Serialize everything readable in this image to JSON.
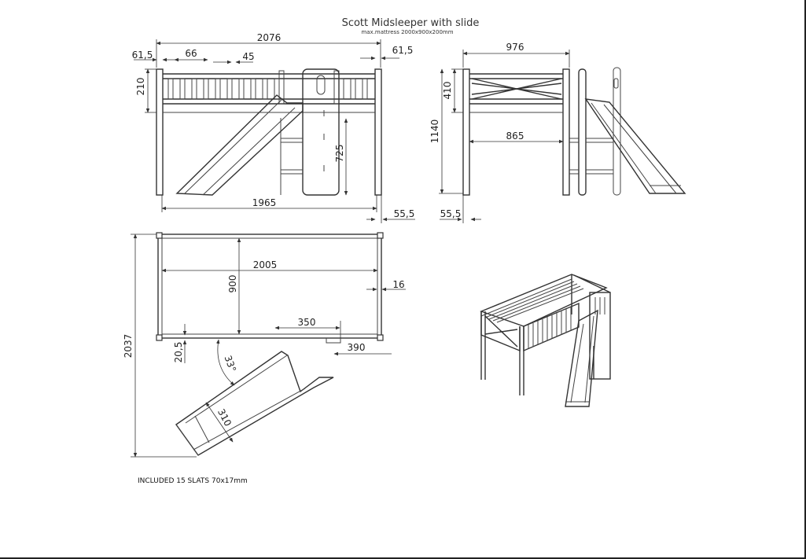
{
  "title": "Scott Midsleeper with slide",
  "subtitle": "max.mattress 2000x900x200mm",
  "note": "INCLUDED 15 SLATS  70x17mm",
  "front_view": {
    "overall_width": "2076",
    "post_left": "61,5",
    "post_right": "61,5",
    "rail_spacing": "66",
    "slat_width": "45",
    "rail_height": "210",
    "ladder_height": "725",
    "inner_length": "1965",
    "foot": "55,5"
  },
  "side_view": {
    "overall_depth": "976",
    "panel_height": "410",
    "total_height": "1140",
    "inner_depth": "865",
    "foot": "55,5"
  },
  "plan_view": {
    "inner_length": "2005",
    "inner_width": "900",
    "rail_thickness": "16",
    "slide_offset": "350",
    "slide_projection": "390",
    "step": "20,5",
    "angle": "33°",
    "slide_width": "310",
    "overall_length": "2037"
  },
  "colors": {
    "line": "#333333",
    "background": "#ffffff"
  }
}
